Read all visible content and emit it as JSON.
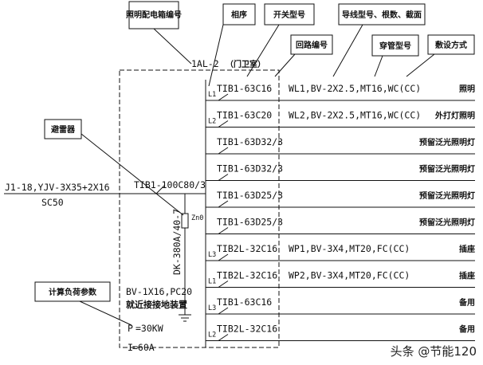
{
  "callouts": {
    "lighting_box_no": "照明配电箱编号",
    "phase": "相序",
    "switch_model": "开关型号",
    "wire_spec": "导线型号、根数、截面",
    "circuit_no": "回路编号",
    "conduit_model": "穿管型号",
    "laying_method": "敷设方式",
    "arrester": "避雷器",
    "load_params": "计算负荷参数"
  },
  "panel": {
    "id": "1AL-2",
    "room": "（门卫室）"
  },
  "incoming": {
    "main_switch": "TIB1-100C80/3",
    "feeder": "J1-18,YJV-3X35+2X16",
    "conduit": "SC50",
    "spd": "DK-380A/40-7",
    "zno": "Zn0",
    "ground_wire": "BV-1X16,PC20",
    "ground_note": "就近接接地装置",
    "pe_label": "P",
    "pe_value": "=30KW",
    "ie_label": "I",
    "ie_value": "=60A"
  },
  "circuits": [
    {
      "phase": "L1",
      "breaker": "TIB1-63C16",
      "wire": "WL1,BV-2X2.5,MT16,WC(CC)",
      "use": "照明"
    },
    {
      "phase": "L2",
      "breaker": "TIB1-63C20",
      "wire": "WL2,BV-2X2.5,MT16,WC(CC)",
      "use": "外打灯照明"
    },
    {
      "phase": "",
      "breaker": "TIB1-63D32/3",
      "wire": "",
      "use": "预留泛光照明灯"
    },
    {
      "phase": "",
      "breaker": "TIB1-63D32/3",
      "wire": "",
      "use": "预留泛光照明灯"
    },
    {
      "phase": "",
      "breaker": "TIB1-63D25/3",
      "wire": "",
      "use": "预留泛光照明灯"
    },
    {
      "phase": "",
      "breaker": "TIB1-63D25/3",
      "wire": "",
      "use": "预留泛光照明灯"
    },
    {
      "phase": "L3",
      "breaker": "TIB2L-32C16",
      "wire": "WP1,BV-3X4,MT20,FC(CC)",
      "use": "插座"
    },
    {
      "phase": "L1",
      "breaker": "TIB2L-32C16",
      "wire": "WP2,BV-3X4,MT20,FC(CC)",
      "use": "插座"
    },
    {
      "phase": "L3",
      "breaker": "TIB1-63C16",
      "wire": "",
      "use": "备用"
    },
    {
      "phase": "L2",
      "breaker": "TIB2L-32C16",
      "wire": "",
      "use": "备用"
    }
  ],
  "watermark": "头条 @节能120"
}
